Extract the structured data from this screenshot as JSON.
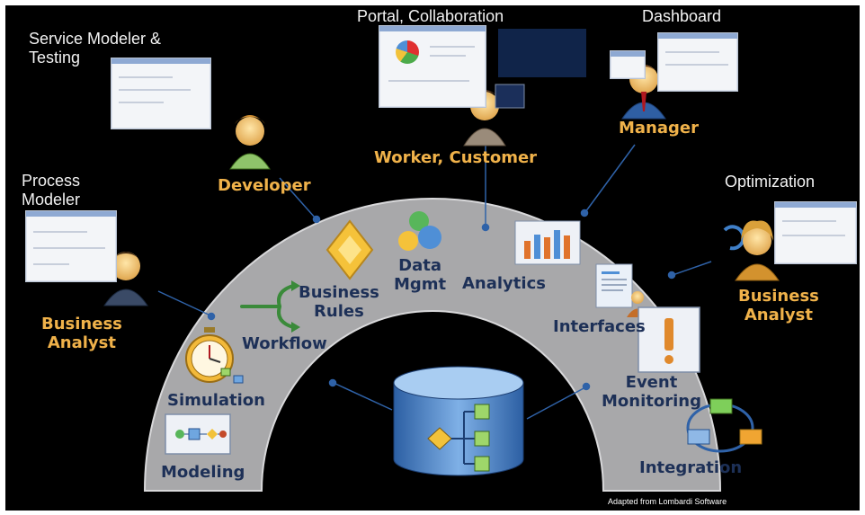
{
  "top_labels": {
    "service_modeler": "Service Modeler &\nTesting",
    "portal": "Portal, Collaboration",
    "dashboard": "Dashboard",
    "process_modeler": "Process\nModeler",
    "optimization": "Optimization"
  },
  "roles": {
    "developer": "Developer",
    "worker": "Worker, Customer",
    "manager": "Manager",
    "analyst_left": "Business\nAnalyst",
    "analyst_right": "Business\nAnalyst"
  },
  "arc_items": {
    "business_rules": "Business\nRules",
    "data_mgmt": "Data\nMgmt",
    "analytics": "Analytics",
    "workflow": "Workflow",
    "interfaces": "Interfaces",
    "simulation": "Simulation",
    "event_monitoring": "Event\nMonitoring",
    "modeling": "Modeling",
    "integration": "Integration"
  },
  "credit": "Adapted from Lombardi Software",
  "colors": {
    "background": "#000000",
    "arc_fill": "#a8a8aa",
    "role_text": "#f0b24a",
    "arc_text": "#1d3057",
    "connector": "#2f62a8"
  },
  "icons": [
    "person-icon",
    "diamond-icon",
    "data-spheres-icon",
    "bar-chart-icon",
    "workflow-arrows-icon",
    "document-icon",
    "stopwatch-icon",
    "alert-icon",
    "process-diagram-icon",
    "cycle-icon",
    "database-icon"
  ]
}
